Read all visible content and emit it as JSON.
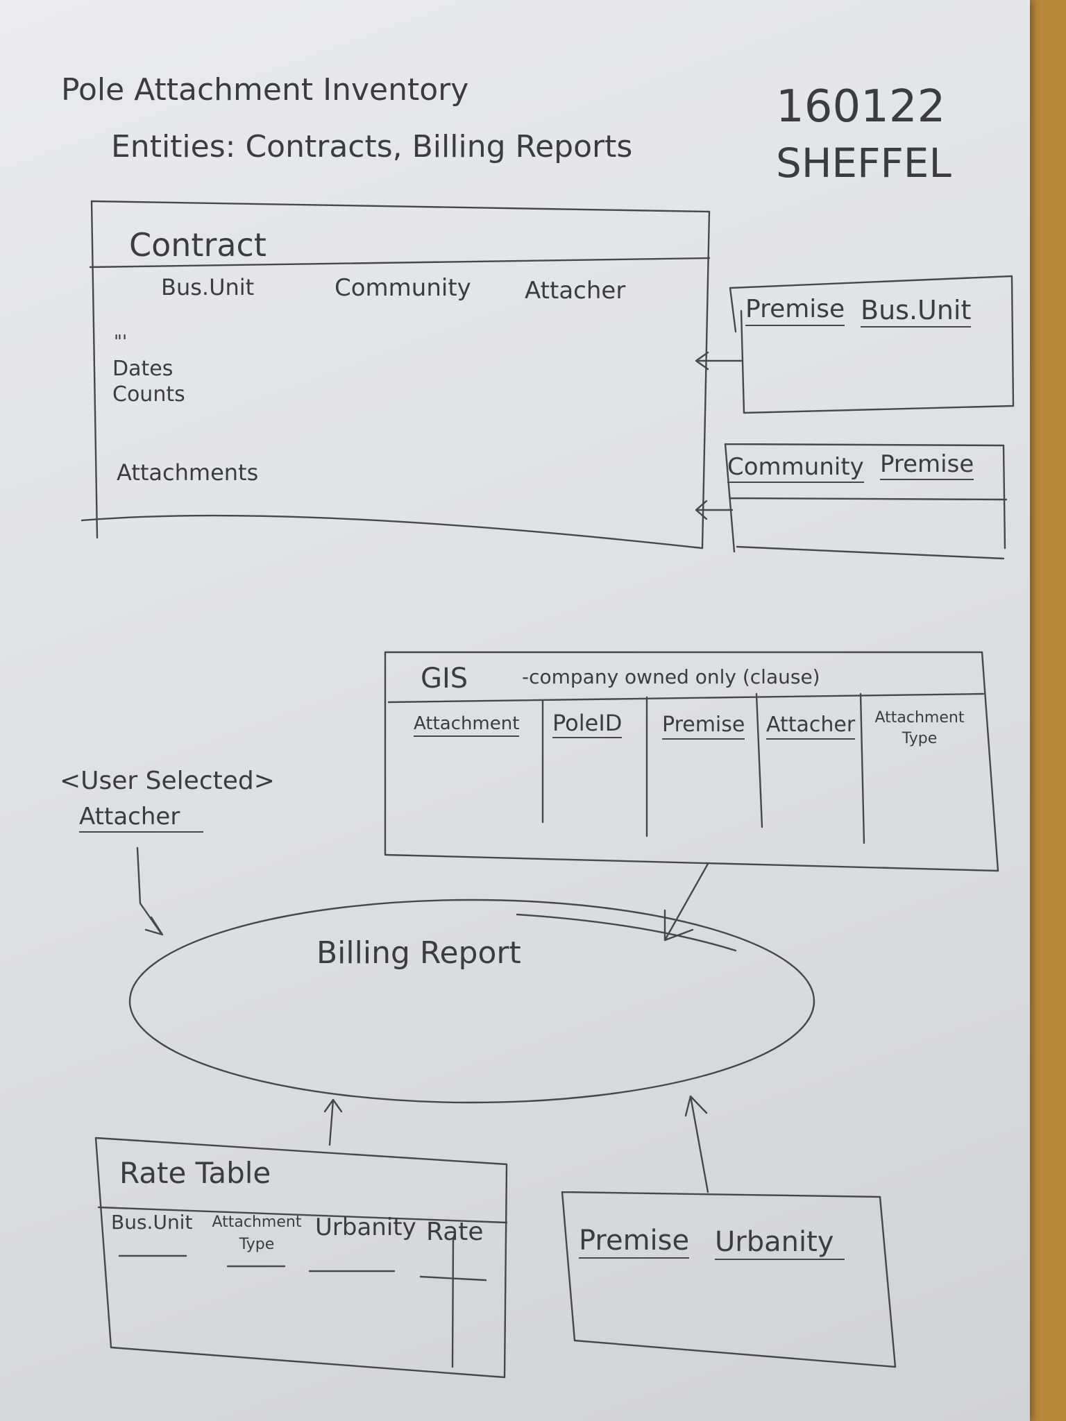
{
  "header": {
    "title": "Pole Attachment Inventory",
    "subtitle": "Entities: Contracts, Billing Reports",
    "date_code": "160122",
    "author": "SHEFFEL"
  },
  "contract": {
    "title": "Contract",
    "columns": [
      "Bus.Unit",
      "Community",
      "Attacher"
    ],
    "ditto": "\"'",
    "fields": [
      "Dates",
      "Counts",
      "Attachments"
    ]
  },
  "premise_busunit": {
    "columns": [
      "Premise",
      "Bus.Unit"
    ]
  },
  "community_premise": {
    "columns": [
      "Community",
      "Premise"
    ]
  },
  "gis": {
    "title": "GIS",
    "note": "-company owned only (clause)",
    "columns": [
      "Attachment",
      "PoleID",
      "Premise",
      "Attacher",
      "Attachment Type"
    ]
  },
  "user_selected": {
    "label": "<User Selected>",
    "field": "Attacher"
  },
  "billing_report": {
    "label": "Billing Report"
  },
  "rate_table": {
    "title": "Rate Table",
    "columns": [
      "Bus.Unit",
      "Attachment Type",
      "Urbanity",
      "Rate"
    ]
  },
  "premise_urbanity": {
    "columns": [
      "Premise",
      "Urbanity"
    ]
  }
}
